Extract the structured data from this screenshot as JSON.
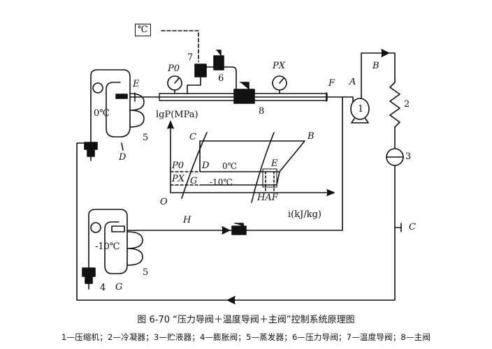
{
  "thermometer_unit": "℃",
  "labels": {
    "n1": "1",
    "n2": "2",
    "n3": "3",
    "n4": "4",
    "n5_upper": "5",
    "n5_lower": "5",
    "n6": "6",
    "n7": "7",
    "n8": "8",
    "A": "A",
    "B": "B",
    "C": "C",
    "D": "D",
    "E": "E",
    "F": "F",
    "G": "G",
    "H": "H",
    "P0_gauge": "P0",
    "PX_gauge": "PX",
    "temp_upper": "0℃",
    "temp_lower": "-10℃"
  },
  "chart_labels": {
    "y_axis": "lgP(MPa)",
    "x_axis": "i(kJ/kg)",
    "origin": "O",
    "P0": "P0",
    "PX": "PX",
    "C": "C",
    "B": "B",
    "D": "D",
    "E": "E",
    "G": "G",
    "temp_0": "0℃",
    "temp_neg10": "-10℃",
    "HAF": "HAF"
  },
  "caption": "图 6-70 “压力导阀＋温度导阀＋主阀”控制系统原理图",
  "legend": "1—压缩机；2—冷凝器；3—贮液器；4—膨胀阀；5—蒸发器；6—压力导阀；7—温度导阀；8—主阀"
}
